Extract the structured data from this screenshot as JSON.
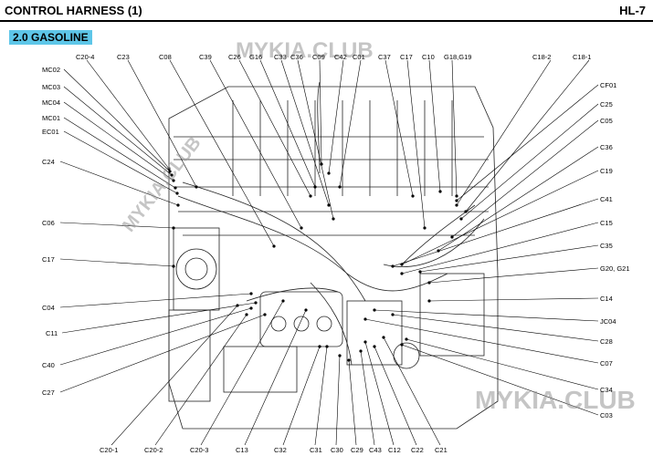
{
  "header": {
    "title": "CONTROL HARNESS (1)",
    "page": "HL-7"
  },
  "section": {
    "label": "2.0 GASOLINE"
  },
  "watermarks": {
    "top": "MYKIA.CLUB",
    "diagonal": "MYKIA.CLUB",
    "bottom": "MYKIA.CLUB"
  },
  "labels": {
    "top": [
      "C20-4",
      "C23",
      "C08",
      "C39",
      "C26",
      "G16",
      "C33",
      "C36",
      "C09",
      "C42",
      "C01",
      "C37",
      "C17",
      "C10",
      "G18,G19",
      "C18-2",
      "C18-1"
    ],
    "left": [
      "MC02",
      "MC03",
      "MC04",
      "MC01",
      "EC01",
      "C24",
      "C06",
      "C17",
      "C04",
      "C11",
      "C40",
      "C27"
    ],
    "right": [
      "CF01",
      "C25",
      "C05",
      "C36",
      "C19",
      "C41",
      "C15",
      "C35",
      "G20, G21",
      "C14",
      "JC04",
      "C28",
      "C07",
      "C34",
      "C03"
    ],
    "bottom": [
      "C20-1",
      "C20-2",
      "C20-3",
      "C13",
      "C32",
      "C31",
      "C30",
      "C29",
      "C43",
      "C12",
      "C22",
      "C21"
    ]
  }
}
